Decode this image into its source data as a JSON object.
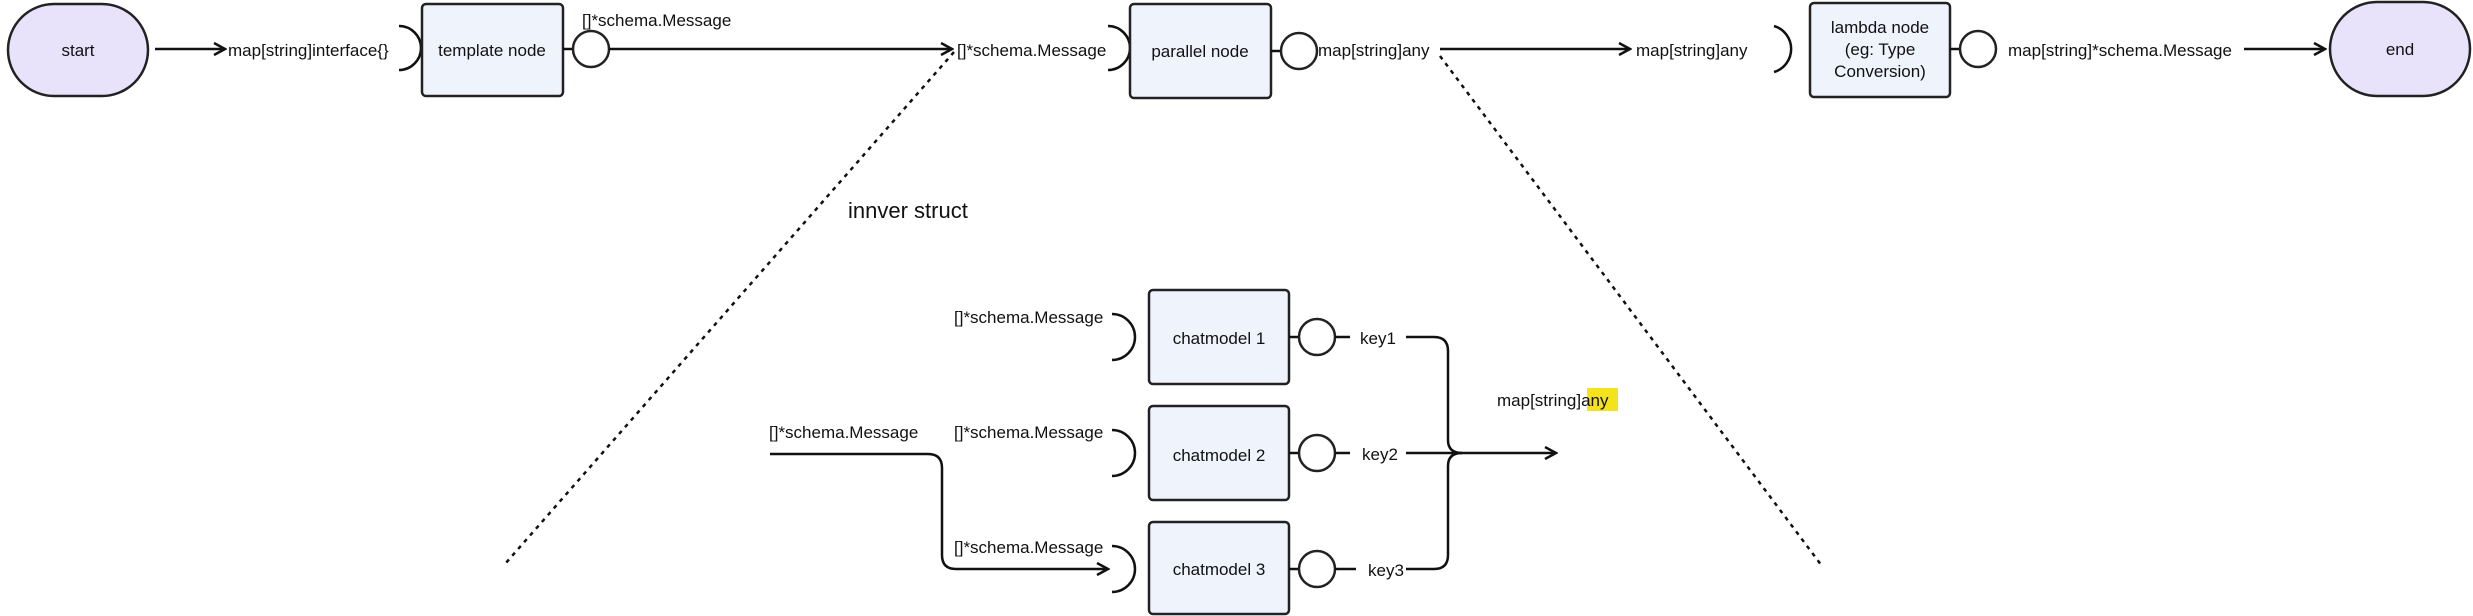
{
  "colors": {
    "terminal_fill": "#e8e3fb",
    "node_fill": "#eef3fc",
    "highlight": "#f3e21c"
  },
  "top_flow": {
    "start": "start",
    "end": "end",
    "template_node": "template node",
    "parallel_node": "parallel node",
    "lambda_node": [
      "lambda node",
      "(eg: Type",
      "Conversion)"
    ],
    "edge_start_template": "map[string]interface{}",
    "edge_template_out": "[]*schema.Message",
    "edge_parallel_in": "[]*schema.Message",
    "edge_parallel_out": "map[string]any",
    "edge_lambda_in": "map[string]any",
    "edge_lambda_out": "map[string]*schema.Message"
  },
  "inner": {
    "caption": "innver struct",
    "input_label": "[]*schema.Message",
    "models": [
      {
        "name": "chatmodel 1",
        "input": "[]*schema.Message",
        "key": "key1"
      },
      {
        "name": "chatmodel 2",
        "input": "[]*schema.Message",
        "key": "key2"
      },
      {
        "name": "chatmodel 3",
        "input": "[]*schema.Message",
        "key": "key3"
      }
    ],
    "output_prefix": "map[string]",
    "output_highlight": "any"
  }
}
